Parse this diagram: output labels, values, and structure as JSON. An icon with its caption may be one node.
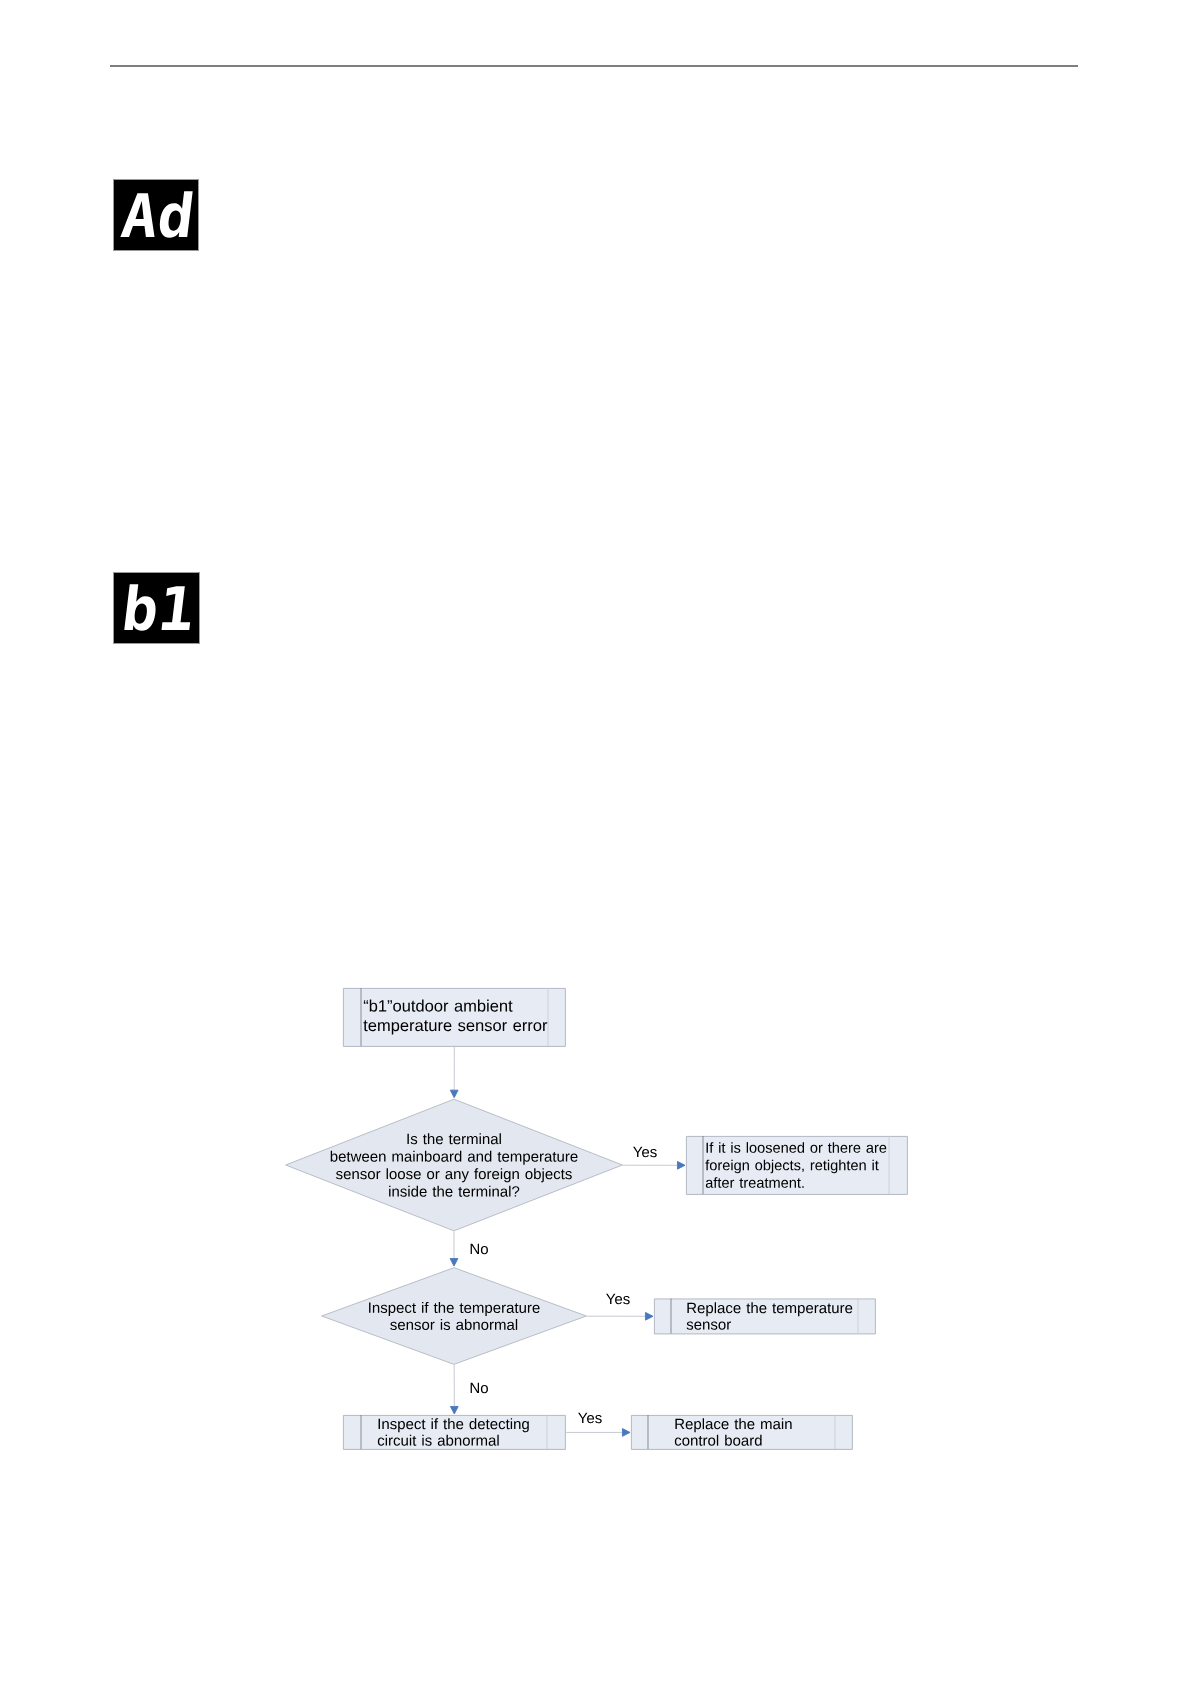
{
  "diagram": {
    "nodes": [
      {
        "text": [
          "Ad"
        ]
      },
      {
        "text": [
          "b1"
        ]
      },
      {
        "text": [
          "“b1”outdoor ambient temperature sensor error"
        ]
      },
      {
        "text": [
          "Is the terminal between mainboard and temperature sensor loose or any foreign objects inside the terminal?"
        ]
      },
      {
        "text": [
          "If it is loosened or there are foreign objects, retighten it after treatment."
        ]
      },
      {
        "text": [
          "Inspect if the temperature sensor is abnormal"
        ]
      },
      {
        "text": [
          "Replace the temperature sensor"
        ]
      },
      {
        "text": [
          "Inspect if the detecting circuit is abnormal"
        ]
      },
      {
        "text": [
          "Replace the main control board"
        ]
      }
    ],
    "edges": [
      {
        "from": 2,
        "to": 3,
        "arrow": "to"
      },
      {
        "from": 3,
        "to": 4,
        "arrow": "to",
        "label": "Yes"
      },
      {
        "from": 3,
        "to": 5,
        "arrow": "to",
        "label": "No"
      },
      {
        "from": 5,
        "to": 6,
        "arrow": "to",
        "label": "Yes"
      },
      {
        "from": 5,
        "to": 7,
        "arrow": "to",
        "label": "No"
      },
      {
        "from": 7,
        "to": 8,
        "arrow": "to",
        "label": "Yes"
      }
    ]
  }
}
